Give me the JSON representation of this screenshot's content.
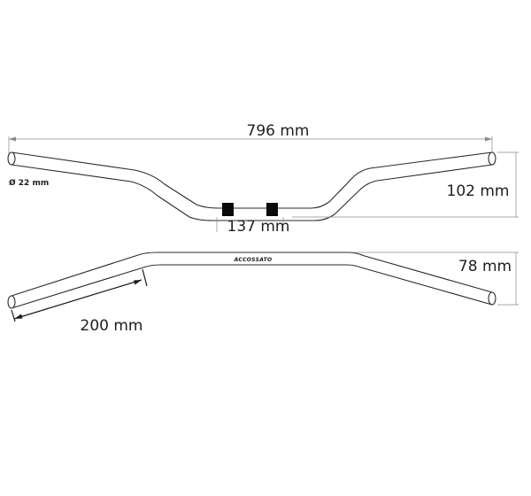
{
  "dimensions": {
    "width_label": "796 mm",
    "diameter_label": "Ø 22 mm",
    "rise_label": "102 mm",
    "center_label": "137 mm",
    "pullback_label": "78 mm",
    "grip_label": "200 mm"
  },
  "logo": {
    "text": "ACCOSSATO"
  },
  "colors": {
    "line": "#2b2b2b",
    "dimension": "#8a8a8a",
    "clamp": "#0a0a0a"
  }
}
